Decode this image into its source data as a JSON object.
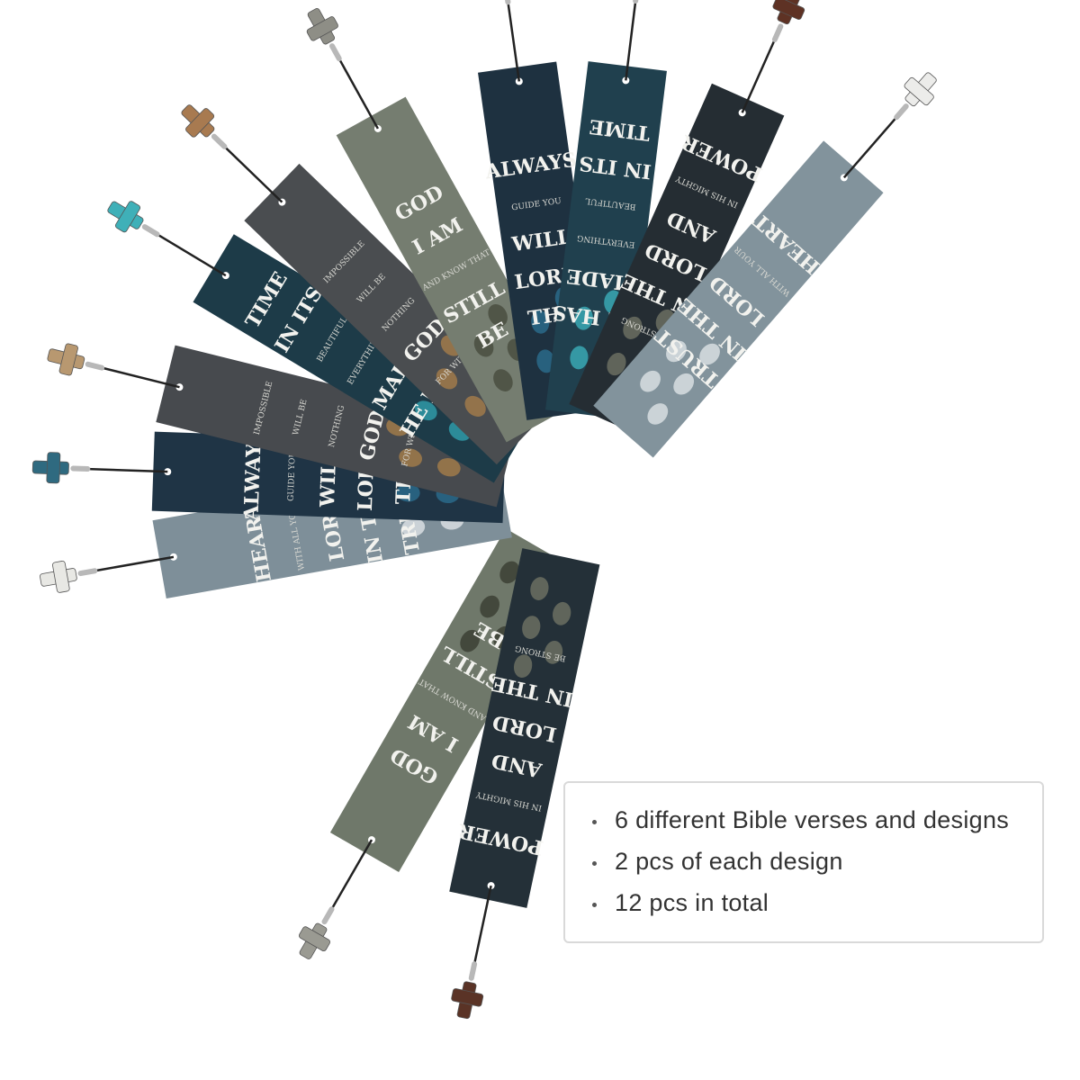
{
  "bookmarks": [
    {
      "lines": [
        "BE",
        "STILL",
        "AND KNOW THAT",
        "I AM",
        "GOD"
      ],
      "color": "#6f786a",
      "accent": "#3c3f34",
      "charm": "#9a9a92"
    },
    {
      "lines": [
        "BE STRONG",
        "IN THE",
        "LORD",
        "AND",
        "IN HIS MIGHTY",
        "POWER"
      ],
      "color": "#243038",
      "accent": "#6b6e62",
      "charm": "#5a3326"
    },
    {
      "lines": [
        "TRUST",
        "IN THE",
        "LORD",
        "WITH ALL YOUR",
        "HEART"
      ],
      "color": "#7e8f99",
      "accent": "#d8dee2",
      "charm": "#e8e8e4"
    },
    {
      "lines": [
        "THE",
        "LORD",
        "WILL",
        "GUIDE YOU",
        "ALWAYS"
      ],
      "color": "#1f3445",
      "accent": "#2a6a8a",
      "charm": "#2f6a80"
    },
    {
      "lines": [
        "FOR WITH",
        "GOD",
        "NOTHING",
        "WILL BE",
        "IMPOSSIBLE"
      ],
      "color": "#474a4e",
      "accent": "#a07a4a",
      "charm": "#b89870"
    },
    {
      "lines": [
        "HE HAS",
        "MADE",
        "EVERYTHING",
        "BEAUTIFUL",
        "IN ITS",
        "TIME"
      ],
      "color": "#1d3b48",
      "accent": "#2f9aa8",
      "charm": "#3fb0b8"
    },
    {
      "lines": [
        "FOR WITH",
        "GOD",
        "NOTHING",
        "WILL BE",
        "IMPOSSIBLE"
      ],
      "color": "#4a4d50",
      "accent": "#a07a4a",
      "charm": "#a87a50"
    },
    {
      "lines": [
        "BE",
        "STILL",
        "AND KNOW THAT",
        "I AM",
        "GOD"
      ],
      "color": "#757d70",
      "accent": "#4a4e40",
      "charm": "#8e8e86"
    },
    {
      "lines": [
        "THE",
        "LORD",
        "WILL",
        "GUIDE YOU",
        "ALWAYS"
      ],
      "color": "#1e3140",
      "accent": "#2a6a8a",
      "charm": "#2d6e8a"
    },
    {
      "lines": [
        "HE HAS",
        "MADE",
        "EVERYTHING",
        "BEAUTIFUL",
        "IN ITS",
        "TIME"
      ],
      "color": "#20404e",
      "accent": "#3aa8b4",
      "charm": "#45b4bc"
    },
    {
      "lines": [
        "BE STRONG",
        "IN THE",
        "LORD",
        "AND",
        "IN HIS MIGHTY",
        "POWER"
      ],
      "color": "#252d33",
      "accent": "#6b6e62",
      "charm": "#5e3224"
    },
    {
      "lines": [
        "TRUST",
        "IN THE",
        "LORD",
        "WITH ALL YOUR",
        "HEART"
      ],
      "color": "#82939c",
      "accent": "#d8dee2",
      "charm": "#ececea"
    }
  ],
  "info": {
    "line1": "6 different Bible verses and designs",
    "line2": "2 pcs of each design",
    "line3": "12 pcs in total"
  }
}
